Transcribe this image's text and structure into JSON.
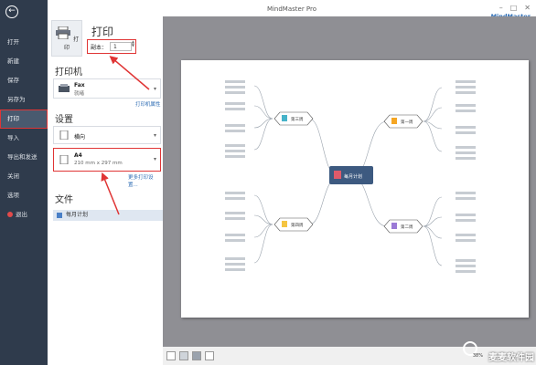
{
  "window": {
    "title": "MindMaster Pro",
    "brand": "MindMaster",
    "min": "–",
    "restore": "□",
    "close": "✕"
  },
  "sidebar": {
    "items": [
      {
        "label": "打开"
      },
      {
        "label": "新建"
      },
      {
        "label": "保存"
      },
      {
        "label": "另存为"
      },
      {
        "label": "打印"
      },
      {
        "label": "导入"
      },
      {
        "label": "导出和发送"
      },
      {
        "label": "关闭"
      },
      {
        "label": "选项"
      },
      {
        "label": "退出"
      }
    ]
  },
  "print": {
    "button_label": "打印",
    "title": "打印",
    "copies_label": "副本：",
    "copies_value": "1"
  },
  "printer": {
    "section": "打印机",
    "name": "Fax",
    "status": "就绪",
    "properties_link": "打印机属性"
  },
  "settings": {
    "section": "设置",
    "orientation": "横向",
    "paper_name": "A4",
    "paper_size": "210 mm x 297 mm",
    "more_link": "更多打印设置..."
  },
  "file": {
    "section": "文件",
    "item": "每月计划"
  },
  "mindmap": {
    "center": "每月计划",
    "branches": [
      "第一周",
      "第二周",
      "第三周",
      "第四周"
    ]
  },
  "statusbar": {
    "zoom": "38%",
    "watermark": "麦麦软件园"
  },
  "colors": {
    "sidebar": "#2f3b4c",
    "highlight": "#e03535",
    "link": "#2e6db4",
    "center_node": "#3d5a80"
  }
}
